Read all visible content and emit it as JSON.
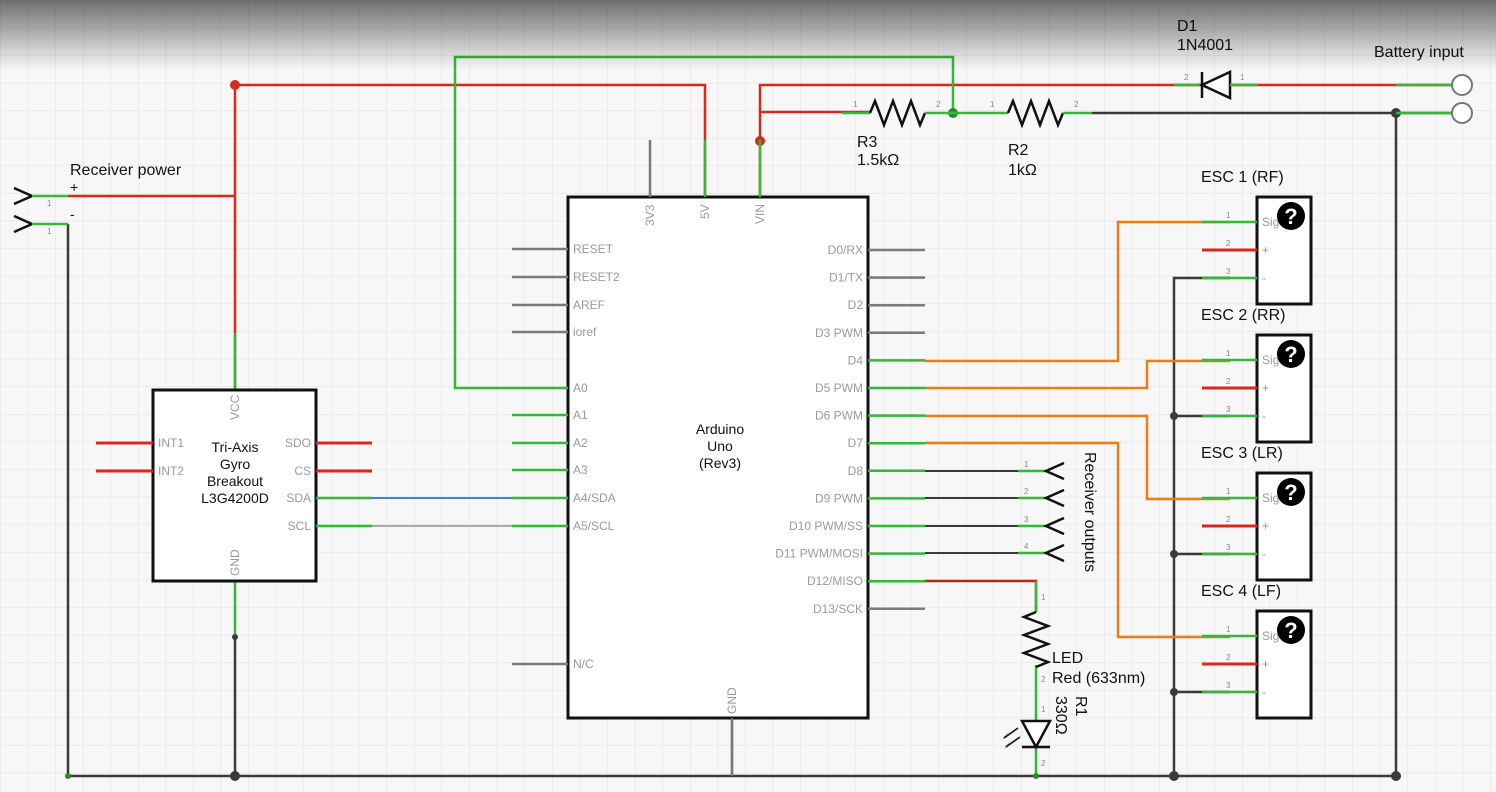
{
  "colors": {
    "power": "#d8291e",
    "ground": "#3a3a3a",
    "green": "#35b83a",
    "orange": "#ef7c12",
    "blue": "#3a86d0",
    "gray_wire": "#9a9a9a",
    "pin_gray": "#7a7a7a",
    "grid": "#e1e1e1"
  },
  "arduino": {
    "name": "Arduino",
    "model": "Uno",
    "rev": "(Rev3)",
    "top_pins": [
      "3V3",
      "5V",
      "VIN"
    ],
    "bottom_pin": "GND",
    "left_pins": [
      "RESET",
      "RESET2",
      "AREF",
      "ioref",
      "A0",
      "A1",
      "A2",
      "A3",
      "A4/SDA",
      "A5/SCL",
      "N/C"
    ],
    "right_pins": [
      "D0/RX",
      "D1/TX",
      "D2",
      "D3 PWM",
      "D4",
      "D5 PWM",
      "D6 PWM",
      "D7",
      "D8",
      "D9 PWM",
      "D10 PWM/SS",
      "D11 PWM/MOSI",
      "D12/MISO",
      "D13/SCK"
    ]
  },
  "gyro": {
    "line1": "Tri-Axis",
    "line2": "Gyro",
    "line3": "Breakout",
    "line4": "L3G4200D",
    "pins": {
      "vcc": "VCC",
      "gnd": "GND",
      "int1": "INT1",
      "int2": "INT2",
      "sdo": "SDO",
      "cs": "CS",
      "sda": "SDA",
      "scl": "SCL"
    }
  },
  "diode": {
    "ref": "D1",
    "part": "1N4001"
  },
  "battery_label": "Battery input",
  "resistors": [
    {
      "ref": "R3",
      "value": "1.5kΩ"
    },
    {
      "ref": "R2",
      "value": "1kΩ"
    },
    {
      "ref": "R1",
      "value": "330Ω"
    }
  ],
  "receiver_power": {
    "label": "Receiver power",
    "plus": "+",
    "minus": "-"
  },
  "receiver_outputs": {
    "label": "Receiver outputs"
  },
  "led": {
    "line1": "LED",
    "line2": "Red (633nm)"
  },
  "escs": [
    {
      "label": "ESC 1 (RF)"
    },
    {
      "label": "ESC 2 (RR)"
    },
    {
      "label": "ESC 3 (LR)"
    },
    {
      "label": "ESC 4 (LF)"
    }
  ],
  "esc_pins": {
    "sig": "Sig",
    "plus": "+",
    "minus": "-",
    "icon": "question-icon",
    "mark": "?"
  },
  "pin_numbers": [
    "1",
    "2",
    "3",
    "4"
  ]
}
